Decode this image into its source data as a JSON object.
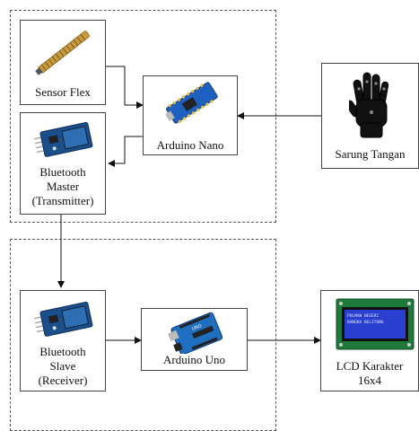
{
  "nodes": {
    "sensor_flex": {
      "label": "Sensor Flex",
      "icon": "flex-sensor-icon"
    },
    "arduino_nano": {
      "label": "Arduino Nano",
      "icon": "arduino-nano-icon"
    },
    "sarung_tangan": {
      "label": "Sarung Tangan",
      "icon": "glove-icon"
    },
    "bt_master": {
      "line1": "Bluetooth",
      "line2": "Master",
      "line3": "(Transmitter)",
      "icon": "bluetooth-module-icon"
    },
    "bt_slave": {
      "line1": "Bluetooth",
      "line2": "Slave",
      "line3": "(Receiver)",
      "icon": "bluetooth-module-icon"
    },
    "arduino_uno": {
      "label": "Arduino Uno",
      "icon": "arduino-uno-icon"
    },
    "lcd": {
      "line1": "LCD Karakter",
      "line2": "16x4",
      "icon": "lcd-display-icon"
    }
  },
  "lcd_screen_text": {
    "row1": "POLMAN NEGERI",
    "row2": "BANGKA BELITUNG"
  },
  "colors": {
    "arduino_board": "#1f5fbf",
    "lcd_screen": "#2a3fd0",
    "glove": "#111111",
    "flex_sensor": "#c79a3a"
  }
}
